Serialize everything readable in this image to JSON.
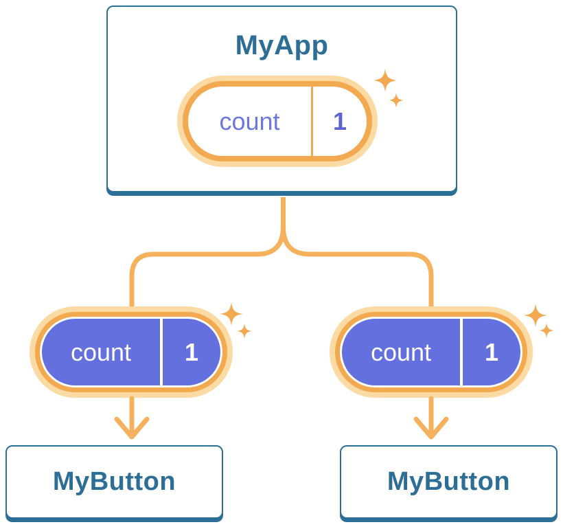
{
  "tree": {
    "root": {
      "label": "MyApp",
      "state_pill": {
        "key": "count",
        "value": "1",
        "style": "light-outline"
      }
    },
    "children": [
      {
        "label": "MyButton",
        "state_pill": {
          "key": "count",
          "value": "1",
          "style": "solid-purple"
        }
      },
      {
        "label": "MyButton",
        "state_pill": {
          "key": "count",
          "value": "1",
          "style": "solid-purple"
        }
      }
    ]
  },
  "icons": {
    "sparkle": "✦"
  },
  "colors": {
    "blue": "#2D6E96",
    "orange": "#F3A94F",
    "glow": "#FBDBA3",
    "connector": "#F5B15C",
    "purple": "#6470DE",
    "purple_text": "#6C77DF",
    "purple_value": "#5A64D2"
  }
}
